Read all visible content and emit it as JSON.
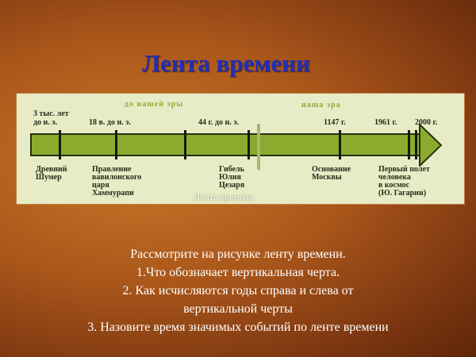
{
  "title": "Лента времени",
  "timeline": {
    "era_bc": "до нашей эры",
    "era_ad": "наша эра",
    "dates": [
      "3 тыс. лет",
      "до н. э.",
      "18 в. до н. э.",
      "44 г. до н. э.",
      "1147 г.",
      "1961 г.",
      "2000 г."
    ],
    "events": [
      [
        "Древний",
        "Шумер"
      ],
      [
        "Правление",
        "вавилонского",
        "царя",
        "Хаммурапи"
      ],
      [
        "Гибель",
        "Юлия",
        "Цезаря"
      ],
      [
        "Основание",
        "Москвы"
      ],
      [
        "Первый полет",
        "человека",
        "в космос",
        "(Ю. Гагарин)"
      ]
    ],
    "overlay": "Лента времени"
  },
  "questions": [
    "Рассмотрите на рисунке ленту времени.",
    "1.Что обозначает вертикальная черта.",
    "2. Как  исчисляются годы справа  и слева  от",
    "вертикальной черты",
    "3. Назовите время значимых событий по ленте времени"
  ]
}
